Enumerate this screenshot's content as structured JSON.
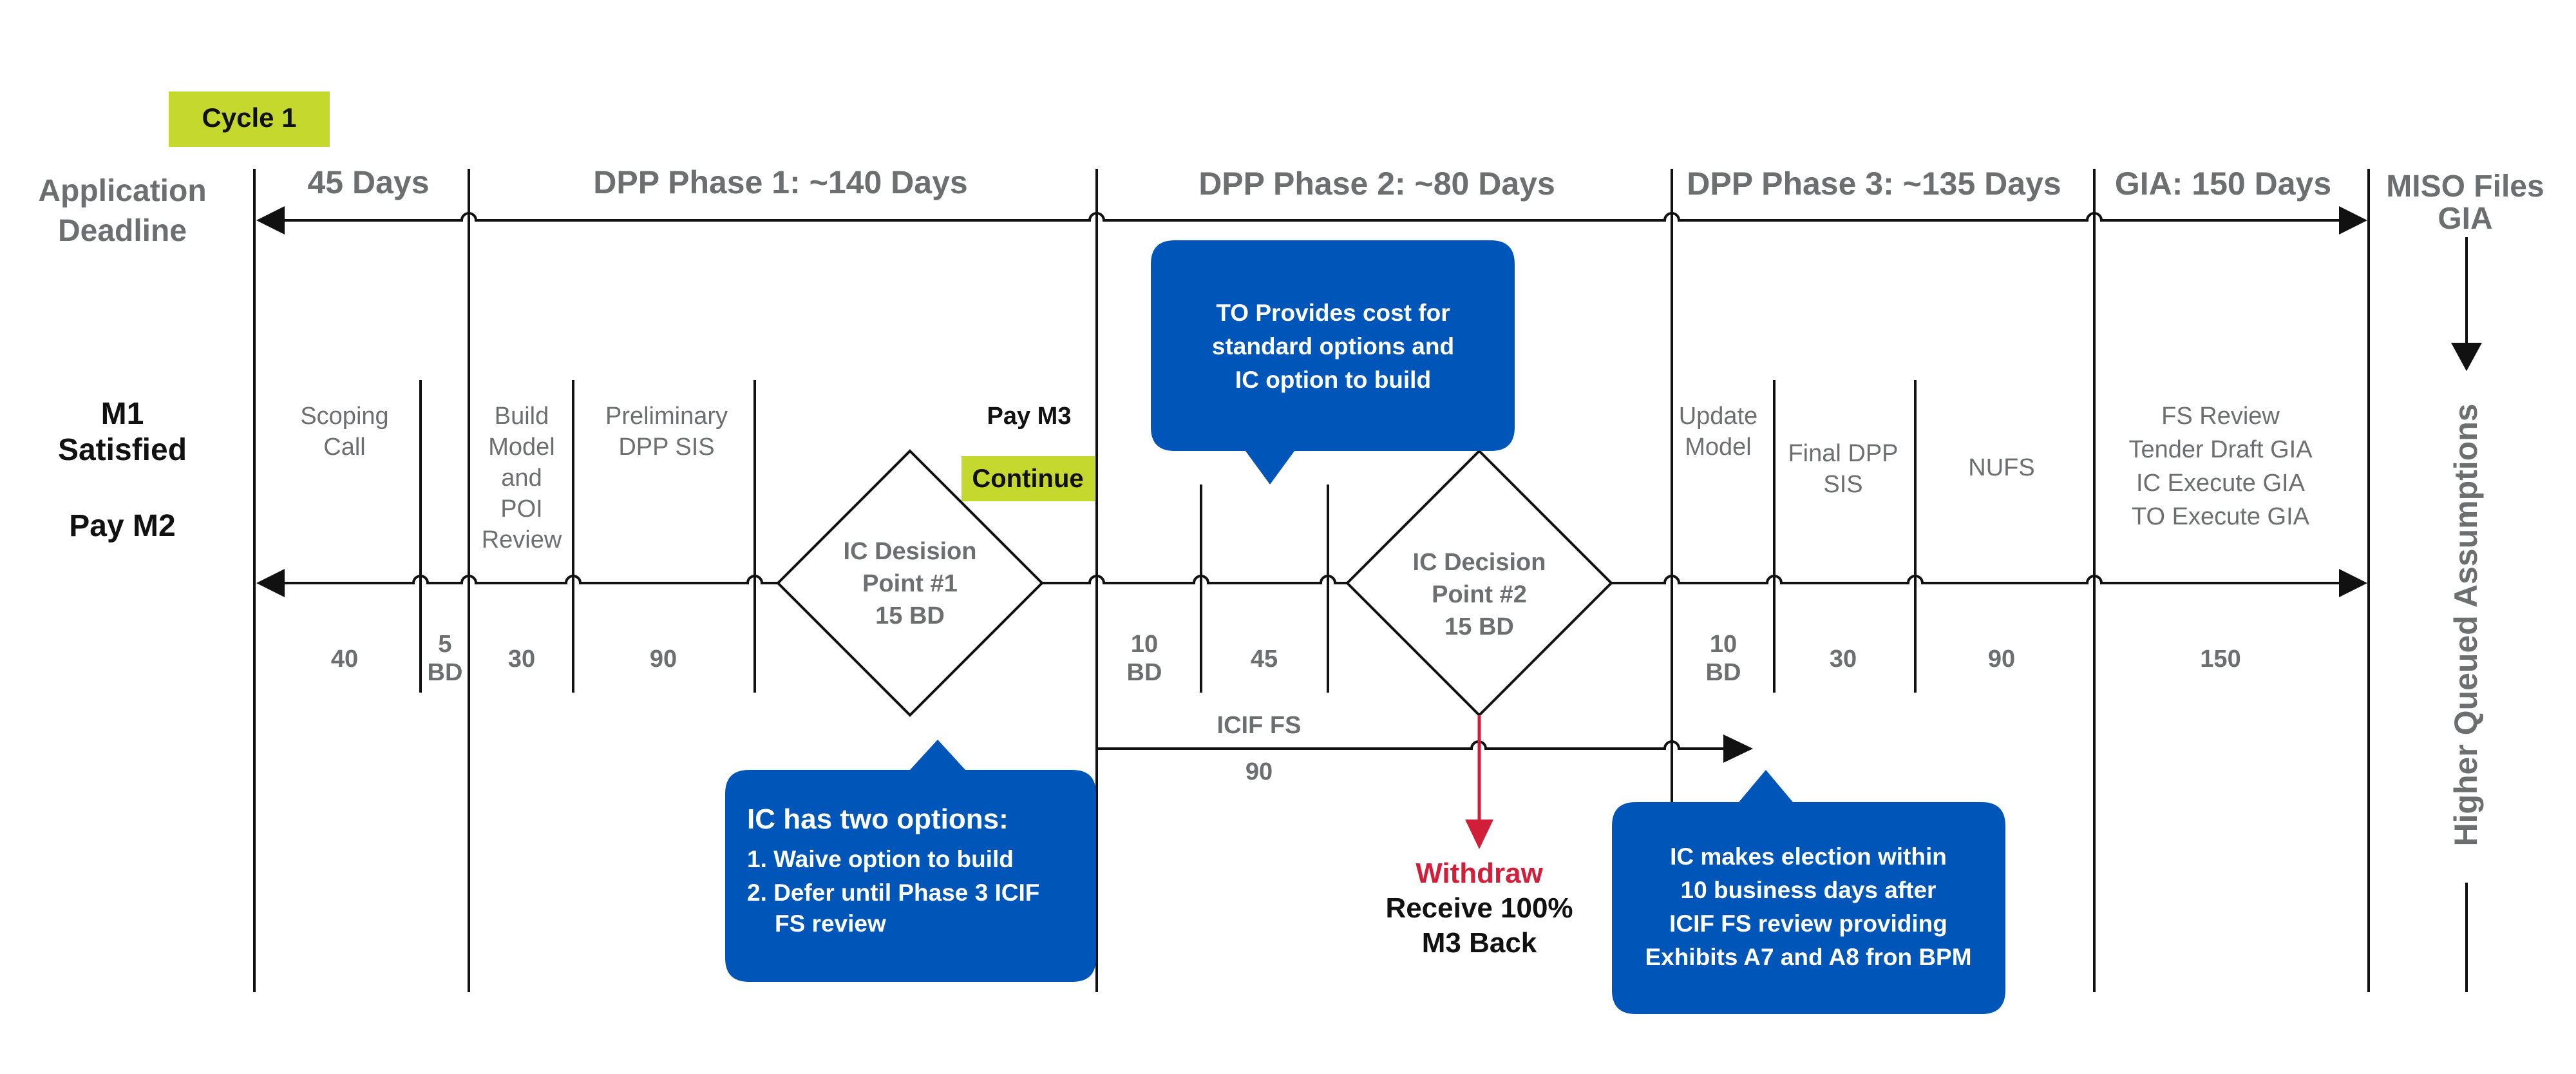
{
  "cycle_label": "Cycle 1",
  "colors": {
    "accent_green": "#c5d82e",
    "callout_blue": "#0056b8",
    "withdraw_red": "#d11f3a",
    "text_gray": "#6d6e70",
    "line_black": "#111111"
  },
  "left": {
    "application_deadline": [
      "Application",
      "Deadline"
    ],
    "m1_satisfied": [
      "M1",
      "Satisfied"
    ],
    "pay_m2": "Pay M2"
  },
  "right": {
    "miso_files_gia": [
      "MISO Files",
      "GIA"
    ],
    "higher_queued": "Higher Queued Assumptions"
  },
  "phases": {
    "d45": "45 Days",
    "p1": "DPP Phase 1: ~140 Days",
    "p2": "DPP Phase 2: ~80 Days",
    "p3": "DPP Phase 3: ~135 Days",
    "gia": "GIA: 150 Days"
  },
  "tasks": {
    "scoping": [
      "Scoping",
      "Call"
    ],
    "build_model": [
      "Build",
      "Model",
      "and",
      "POI",
      "Review"
    ],
    "prelim_sis": [
      "Preliminary",
      "DPP SIS"
    ],
    "pay_m3": "Pay M3",
    "continue": "Continue",
    "update_model": [
      "Update",
      "Model"
    ],
    "final_sis": [
      "Final DPP",
      "SIS"
    ],
    "nufs": "NUFS",
    "gia_tasks": [
      "FS Review",
      "Tender Draft GIA",
      "IC Execute GIA",
      "TO Execute GIA"
    ]
  },
  "durations": {
    "d40": "40",
    "d5bd": [
      "5",
      "BD"
    ],
    "d30a": "30",
    "d90a": "90",
    "d10bd_a": [
      "10",
      "BD"
    ],
    "d45": "45",
    "d10bd_b": [
      "10",
      "BD"
    ],
    "d30b": "30",
    "d90b": "90",
    "d150": "150"
  },
  "decisions": {
    "dp1": [
      "IC Desision",
      "Point #1",
      "15 BD"
    ],
    "dp2": [
      "IC Decision",
      "Point #2",
      "15 BD"
    ]
  },
  "icif": {
    "label": "ICIF FS",
    "duration": "90"
  },
  "withdraw": {
    "label": "Withdraw",
    "receive": [
      "Receive 100%",
      "M3 Back"
    ]
  },
  "callouts": {
    "to_provides": [
      "TO Provides cost for",
      "standard options and",
      "IC option to build"
    ],
    "ic_options_title": "IC has two options:",
    "ic_options": [
      "1. Waive option to build",
      "2. Defer until Phase 3 ICIF",
      "FS review"
    ],
    "ic_election": [
      "IC makes election within",
      "10 business days after",
      "ICIF FS review providing",
      "Exhibits A7 and A8 fron BPM"
    ]
  }
}
